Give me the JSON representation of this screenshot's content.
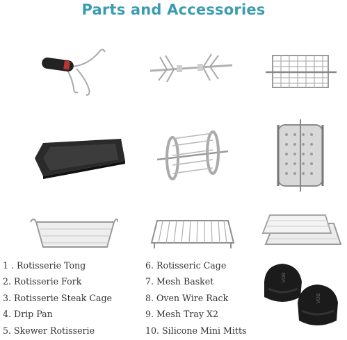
{
  "title": "Parts and Accessories",
  "parts_left": [
    "1 . Rotisserie Tong",
    "2. Rotisserie Fork",
    "3. Rotisserie Steak Cage",
    "4. Drip Pan",
    "5. Skewer Rotisserie"
  ],
  "parts_right": [
    "6. Rotisseric Cage",
    "7. Mesh Basket",
    "8. Oven Wire Rack",
    "9. Mesh Tray X2",
    "10. Silicone Mini Mitts"
  ],
  "mitt_logo": "VOB"
}
